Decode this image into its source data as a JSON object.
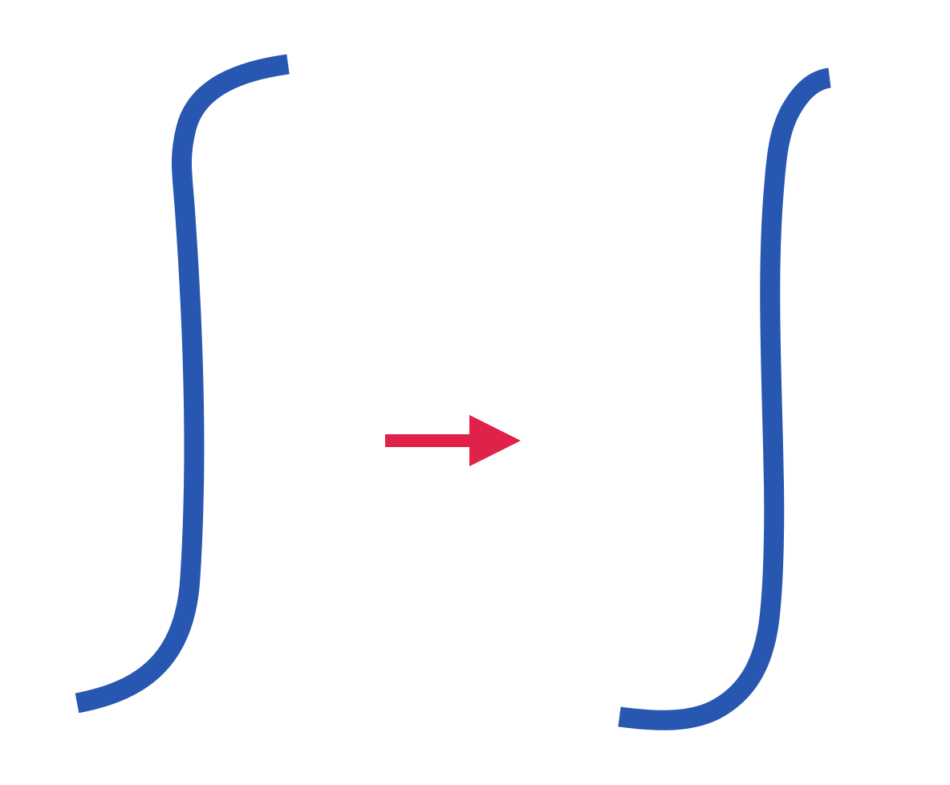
{
  "diagram": {
    "type": "before-after curve transformation",
    "elements": [
      {
        "id": "source-curve",
        "shape": "integral-like S curve",
        "role": "input"
      },
      {
        "id": "transform-arrow",
        "shape": "arrow",
        "direction": "right"
      },
      {
        "id": "target-curve",
        "shape": "J-like curve",
        "role": "output"
      }
    ],
    "colors": {
      "curve": "#2757B0",
      "arrow": "#E0214A",
      "background": "#FFFFFF"
    }
  }
}
